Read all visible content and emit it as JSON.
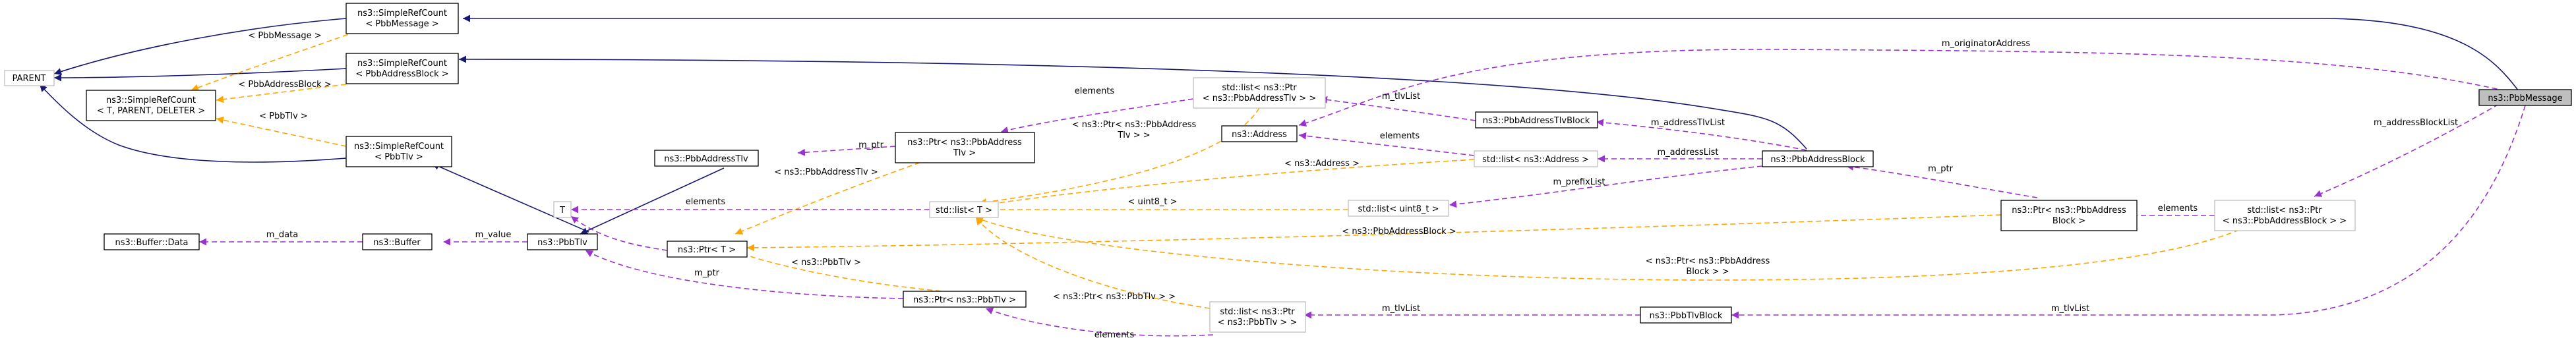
{
  "colors": {
    "inheritance": "#191970",
    "usage": "#9a32cd",
    "template": "#ffa500",
    "focus_fill": "#bfbfbf",
    "dim_border": "#bfbfbf"
  },
  "nodes": {
    "parent": [
      "PARENT"
    ],
    "src_pbbmessage": [
      "ns3::SimpleRefCount",
      "< PbbMessage >"
    ],
    "src_pbbaddressblock": [
      "ns3::SimpleRefCount",
      "< PbbAddressBlock >"
    ],
    "simplerefcount_t": [
      "ns3::SimpleRefCount",
      "< T, PARENT, DELETER >"
    ],
    "src_pbbtlv": [
      "ns3::SimpleRefCount",
      "< PbbTlv >"
    ],
    "buffer_data": [
      "ns3::Buffer::Data"
    ],
    "buffer": [
      "ns3::Buffer"
    ],
    "pbbtlv": [
      "ns3::PbbTlv"
    ],
    "pbbaddresstlv": [
      "ns3::PbbAddressTlv"
    ],
    "t": [
      "T"
    ],
    "ptr_t": [
      "ns3::Ptr< T >"
    ],
    "ptr_pbbaddresstlv": [
      "ns3::Ptr< ns3::PbbAddress",
      "Tlv >"
    ],
    "ptr_pbbtlv": [
      "ns3::Ptr< ns3::PbbTlv >"
    ],
    "list_t": [
      "std::list< T >"
    ],
    "list_ptr_pbbaddresstlv": [
      "std::list< ns3::Ptr",
      "< ns3::PbbAddressTlv > >"
    ],
    "address": [
      "ns3::Address"
    ],
    "list_address": [
      "std::list< ns3::Address >"
    ],
    "list_uint8": [
      "std::list< uint8_t >"
    ],
    "list_ptr_pbbtlv": [
      "std::list< ns3::Ptr",
      "< ns3::PbbTlv > >"
    ],
    "pbbaddresstlvblock": [
      "ns3::PbbAddressTlvBlock"
    ],
    "pbbaddressblock": [
      "ns3::PbbAddressBlock"
    ],
    "ptr_pbbaddressblock": [
      "ns3::Ptr< ns3::PbbAddress",
      "Block >"
    ],
    "pbbtlvblock": [
      "ns3::PbbTlvBlock"
    ],
    "list_ptr_pbbaddressblock": [
      "std::list< ns3::Ptr",
      "< ns3::PbbAddressBlock > >"
    ],
    "pbbmessage": [
      "ns3::PbbMessage"
    ]
  },
  "edge_labels": {
    "l_pbbmessage": [
      "< PbbMessage >"
    ],
    "l_pbbaddressblock": [
      "< PbbAddressBlock >"
    ],
    "l_pbbtlv": [
      "< PbbTlv >"
    ],
    "m_data": [
      "m_data"
    ],
    "m_value": [
      "m_value"
    ],
    "m_ptr_tlv": [
      "m_ptr"
    ],
    "m_ptr_addrtlv": [
      "m_ptr"
    ],
    "l_ptr_pbbaddresstlv": [
      "< ns3::PbbAddressTlv >"
    ],
    "l_ptr_pbbtlv": [
      "< ns3::PbbTlv >"
    ],
    "l_ptr_pbbaddressblock": [
      "< ns3::PbbAddressBlock >"
    ],
    "elements_addrtlv": [
      "elements"
    ],
    "elements_address": [
      "elements"
    ],
    "elements_t": [
      "elements"
    ],
    "elements_tlv": [
      "elements"
    ],
    "elements_block": [
      "elements"
    ],
    "l_list_ptr_addrtlv": [
      "< ns3::Ptr< ns3::PbbAddress",
      "Tlv > >"
    ],
    "l_list_address": [
      "< ns3::Address >"
    ],
    "l_uint8": [
      "< uint8_t >"
    ],
    "l_list_ptr_tlv": [
      "< ns3::Ptr< ns3::PbbTlv > >"
    ],
    "l_list_ptr_block": [
      "< ns3::Ptr< ns3::PbbAddress",
      "Block > >"
    ],
    "m_tlvlist_addr": [
      "m_tlvList"
    ],
    "m_tlvlist_block": [
      "m_tlvList"
    ],
    "m_tlvlist_msg": [
      "m_tlvList"
    ],
    "m_addresstlvlist": [
      "m_addressTlvList"
    ],
    "m_addresslist": [
      "m_addressList"
    ],
    "m_prefixlist": [
      "m_prefixList"
    ],
    "m_ptr_block": [
      "m_ptr"
    ],
    "m_addressblocklist": [
      "m_addressBlockList"
    ],
    "m_originatoraddress": [
      "m_originatorAddress"
    ]
  }
}
